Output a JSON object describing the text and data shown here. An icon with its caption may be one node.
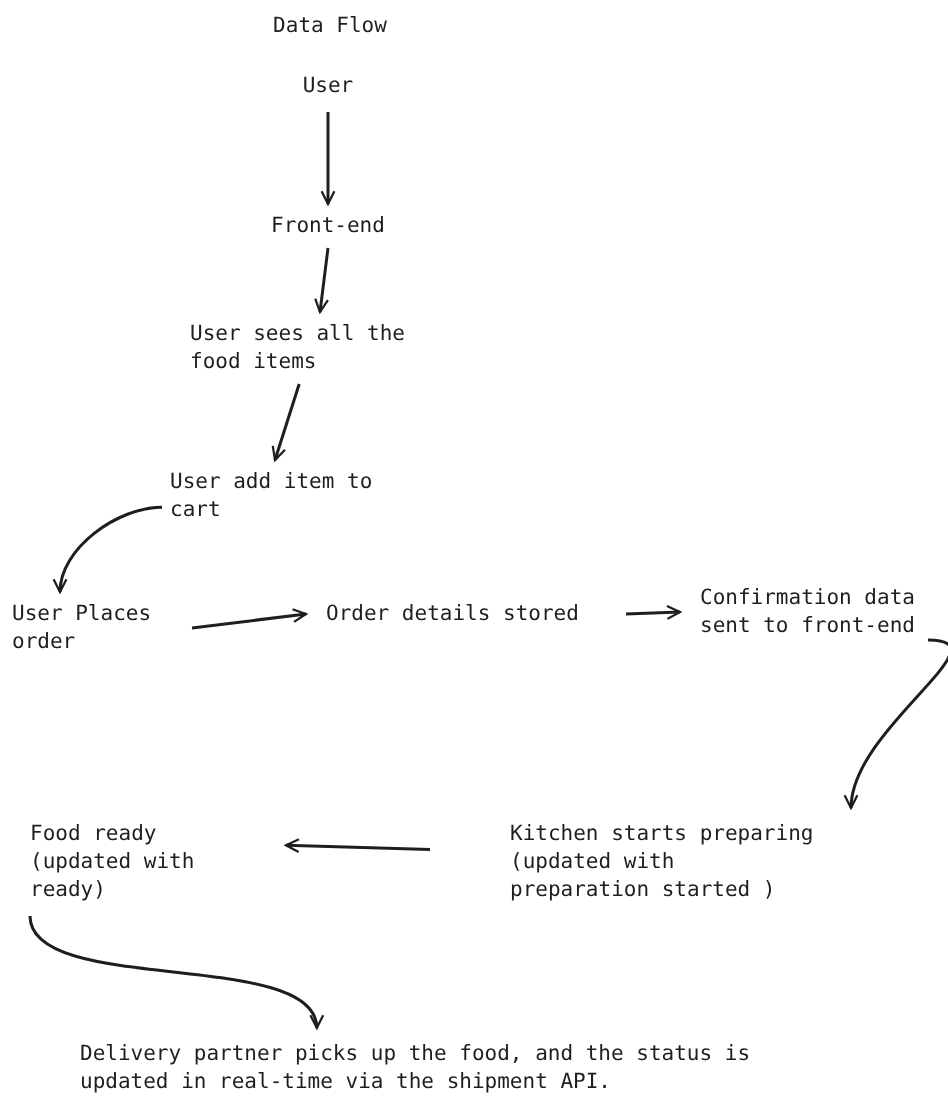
{
  "diagram": {
    "title": "Data Flow",
    "nodes": [
      {
        "text": [
          "User"
        ]
      },
      {
        "text": [
          "Front-end"
        ]
      },
      {
        "text": [
          "User sees all the food items"
        ]
      },
      {
        "text": [
          "User add item to cart"
        ]
      },
      {
        "text": [
          "User Places order"
        ]
      },
      {
        "text": [
          "Order details stored"
        ]
      },
      {
        "text": [
          "Confirmation data sent to front-end"
        ]
      },
      {
        "text": [
          "Kitchen starts preparing (updated with preparation started )"
        ]
      },
      {
        "text": [
          "Food ready (updated with ready)"
        ]
      },
      {
        "text": [
          "Delivery partner picks up the food, and the status is updated in real-time via the shipment API."
        ]
      }
    ],
    "edges": [
      {
        "from": 0,
        "to": 1,
        "arrow": "to"
      },
      {
        "from": 1,
        "to": 2,
        "arrow": "to"
      },
      {
        "from": 2,
        "to": 3,
        "arrow": "to"
      },
      {
        "from": 3,
        "to": 4,
        "arrow": "to"
      },
      {
        "from": 4,
        "to": 5,
        "arrow": "to"
      },
      {
        "from": 5,
        "to": 6,
        "arrow": "to"
      },
      {
        "from": 6,
        "to": 7,
        "arrow": "to"
      },
      {
        "from": 7,
        "to": 8,
        "arrow": "to"
      },
      {
        "from": 8,
        "to": 9,
        "arrow": "to"
      }
    ]
  }
}
